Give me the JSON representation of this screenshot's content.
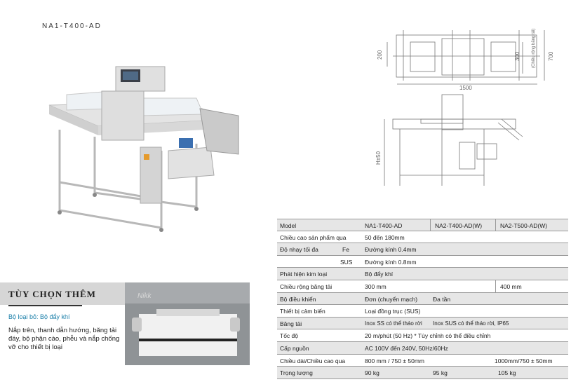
{
  "model_title": "NA1-T400-AD",
  "drawing": {
    "dim_width": "1500",
    "dim_200": "200",
    "dim_300": "300",
    "dim_700": "700",
    "belt_width_note": "(Chiều rộng băng tải)",
    "height_label": "H±50"
  },
  "options": {
    "title": "TÙY CHỌN THÊM",
    "subtitle": "Bộ loại bỏ: Bộ đẩy khí",
    "description": "Nắp trên, thanh dẫn hướng, băng tải đáy, bộ phận cào, phễu và nắp chống vỡ cho thiết bị loại",
    "photo_logo": "Nikk"
  },
  "specs": {
    "model_label": "Model",
    "models": [
      "NA1-T400-AD",
      "NA2-T400-AD(W)",
      "NA2-T500-AD(W)"
    ],
    "height_label": "Chiều cao sản phẩm qua",
    "height_value": "50 đến 180mm",
    "sensitivity_label": "Độ nhạy tối đa",
    "fe_label": "Fe",
    "fe_value": "Đường kính 0.4mm",
    "sus_label": "SUS",
    "sus_value": "Đường kính 0.8mm",
    "reject_label": "Phát hiện kim loại",
    "reject_value": "Bộ đẩy khí",
    "belt_width_label": "Chiều rộng băng tải",
    "belt_width_1": "300 mm",
    "belt_width_2": "400 mm",
    "controller_label": "Bộ điều khiển",
    "controller_1": "Đơn (chuyển mạch)",
    "controller_2": "Đa tần",
    "sensor_label": "Thiết bị cảm biến",
    "sensor_value": "Loại đồng trục (SUS)",
    "belt_label": "Băng tải",
    "belt_1": "Inox SS có thể tháo rời",
    "belt_2": "Inox SUS có thể tháo rời, IP65",
    "speed_label": "Tốc độ",
    "speed_value": "20 m/phút (50 Hz) * Tùy chỉnh có thể điều chỉnh",
    "power_label": "Cấp nguồn",
    "power_value": "AC 100V đến 240V, 50Hz/60Hz",
    "dim_label": "Chiều dài/Chiều cao qua",
    "dim_1": "800 mm / 750 ± 50mm",
    "dim_2": "1000mm/750 ± 50mm",
    "weight_label": "Trọng lượng",
    "weight_1": "90 kg",
    "weight_2": "95 kg",
    "weight_3": "105 kg"
  }
}
